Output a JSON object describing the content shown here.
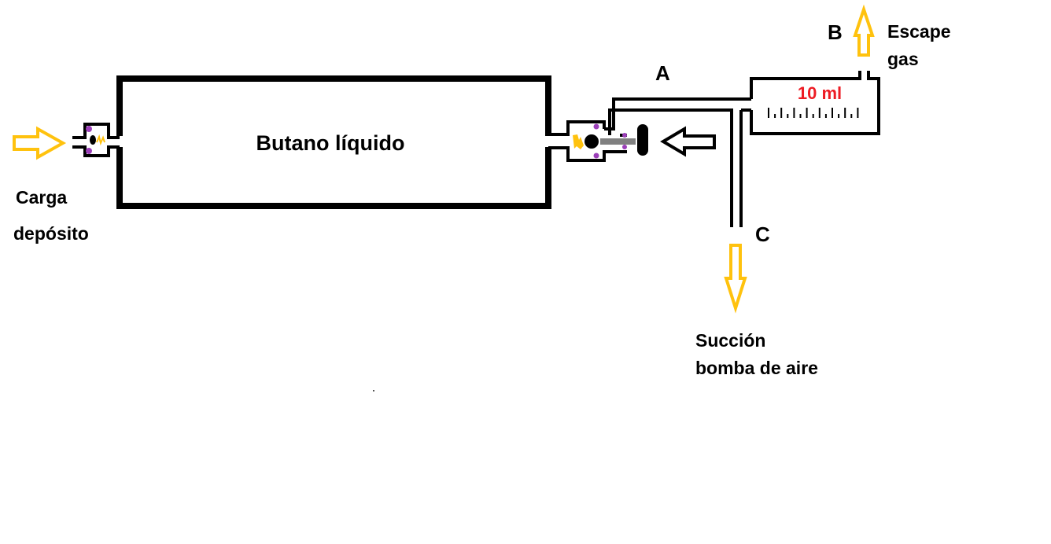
{
  "diagram": {
    "tank_label": "Butano líquido",
    "charge_label_line1": "Carga",
    "charge_label_line2": "depósito",
    "point_a": "A",
    "point_b": "B",
    "point_c": "C",
    "escape_label_line1": "Escape",
    "escape_label_line2": "gas",
    "syringe_volume": "10 ml",
    "suction_label_line1": "Succión",
    "suction_label_line2": "bomba de aire",
    "colors": {
      "flow_arrow": "#ffc20e",
      "line": "#000000",
      "seal": "#9b3fb8",
      "spring": "#ffc20e",
      "volume_text": "#ed1c24",
      "stem": "#808080"
    }
  }
}
